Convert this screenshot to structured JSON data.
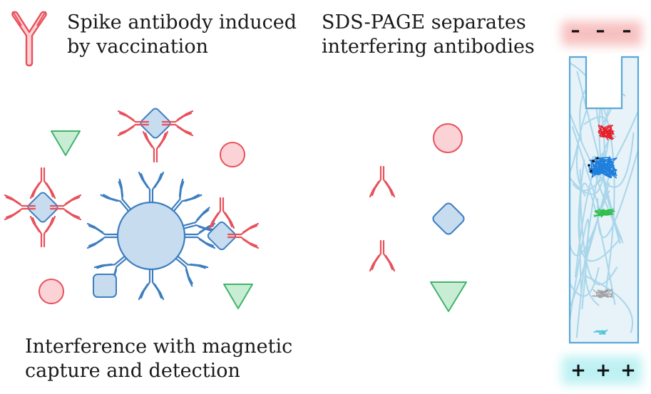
{
  "legend": {
    "antibody_text": "Spike antibody induced\nby vaccination",
    "antibody_color": "#e8505b"
  },
  "headings": {
    "right": "SDS-PAGE separates\ninterfering antibodies",
    "left": "Interference with magnetic\ncapture and detection"
  },
  "gel": {
    "cathode_symbols": [
      "–",
      "–",
      "–"
    ],
    "anode_symbols": [
      "+",
      "+",
      "+"
    ],
    "cathode_glow": "#f6b6b6",
    "anode_glow": "#b8f0f2",
    "border_color": "#5aa9d6",
    "fiber_color": "#a9d6ea",
    "band_colors": [
      "#e8202a",
      "#1f7fdc",
      "#2fbf4a",
      "#a0a0a0",
      "#4fc6d8"
    ]
  },
  "colors": {
    "red_stroke": "#e8505b",
    "red_fill": "#fbd3d6",
    "blue_stroke": "#3d7ec0",
    "blue_fill": "#c8dcef",
    "green_stroke": "#3fb56a",
    "green_fill": "#c9ecd5"
  }
}
